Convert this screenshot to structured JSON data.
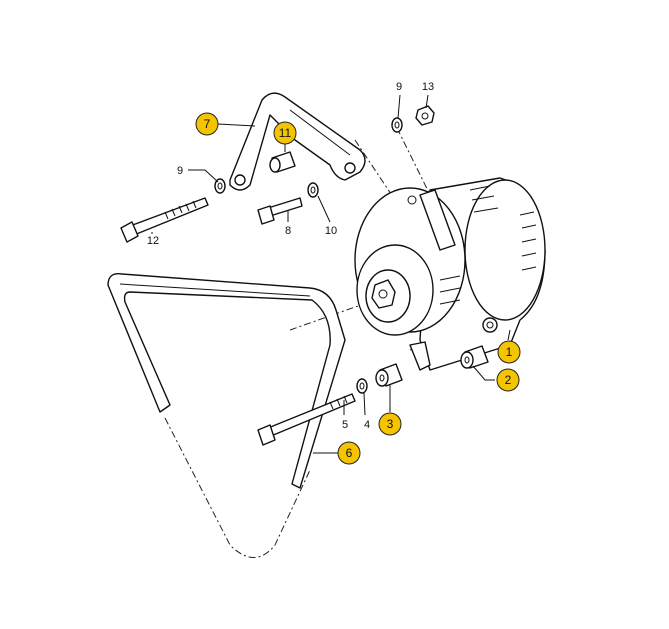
{
  "diagram": {
    "callouts": {
      "c1": "1",
      "c2": "2",
      "c3": "3",
      "c6": "6",
      "c7": "7",
      "c11": "11"
    },
    "labels": {
      "l4": "4",
      "l5": "5",
      "l8": "8",
      "l9a": "9",
      "l9b": "9",
      "l10": "10",
      "l12": "12",
      "l13": "13"
    },
    "callout_color": "#f5c400"
  }
}
